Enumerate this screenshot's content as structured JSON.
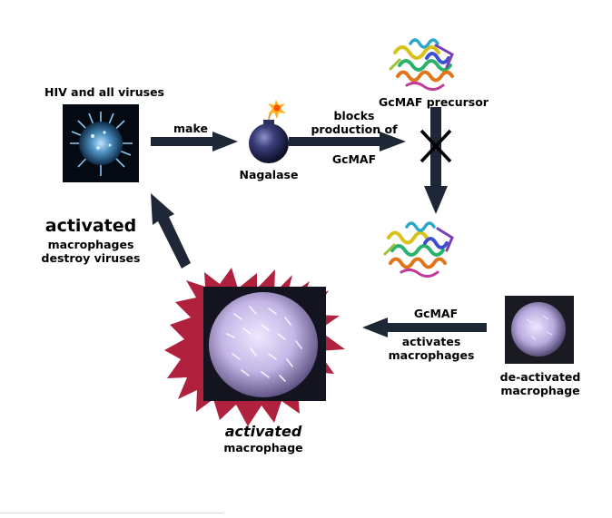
{
  "labels": {
    "viruses": "HIV and all viruses",
    "make": "make",
    "nagalase": "Nagalase",
    "blocks_line1": "blocks",
    "blocks_line2": "production of",
    "gcmaf_blocked": "GcMAF",
    "precursor": "GcMAF precursor",
    "gcmaf": "GcMAF",
    "activates_line1": "activates",
    "activates_line2": "macrophages",
    "deactivated_line1": "de-activated",
    "deactivated_line2": "macrophage",
    "activated_caption_em": "activated",
    "activated_caption_line2": "macrophage",
    "left_big": "activated",
    "left_line2": "macrophages",
    "left_line3": "destroy viruses"
  },
  "icons": {
    "virus": "virus-image",
    "bomb": "bomb-icon",
    "protein": "protein-structure-image",
    "macrophage": "macrophage-image",
    "block": "x-block-icon"
  },
  "colors": {
    "arrow_fill": "#1e2735",
    "star_red": "#b0213d",
    "virus_bg": "#050a12",
    "macrophage_lilac": "#c9bce6"
  }
}
